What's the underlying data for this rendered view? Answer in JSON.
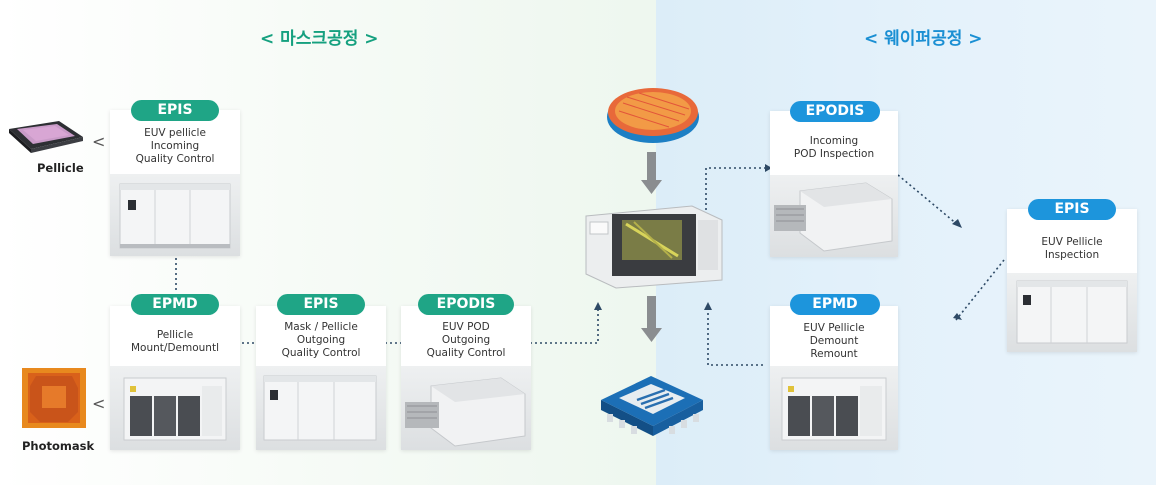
{
  "titles": {
    "mask": "< 마스크공정 >",
    "wafer": "< 웨이퍼공정 >"
  },
  "cards": {
    "epis_pellicle": {
      "badge": "EPIS",
      "text": "EUV pellicle\nIncoming\nQuality Control"
    },
    "epmd_mount": {
      "badge": "EPMD",
      "text": "Pellicle\nMount/Demountl"
    },
    "epis_outgoing": {
      "badge": "EPIS",
      "text": "Mask / Pellicle\nOutgoing\nQuality Control"
    },
    "epodis_outgoing": {
      "badge": "EPODIS",
      "text": "EUV POD\nOutgoing\nQuality Control"
    },
    "epodis_incoming": {
      "badge": "EPODIS",
      "text": "Incoming\nPOD Inspection"
    },
    "epmd_demount": {
      "badge": "EPMD",
      "text": "EUV Pellicle\nDemount\nRemount"
    },
    "epis_inspection": {
      "badge": "EPIS",
      "text": "EUV Pellicle\nInspection"
    }
  },
  "side_labels": {
    "pellicle": "Pellicle",
    "photomask": "Photomask",
    "chevron": "<"
  },
  "colors": {
    "mask_accent": "#15a07f",
    "wafer_accent": "#1a8fd3",
    "badge_green": "#1fa586",
    "badge_blue": "#1d95dc",
    "connector": "#2e4a66"
  }
}
